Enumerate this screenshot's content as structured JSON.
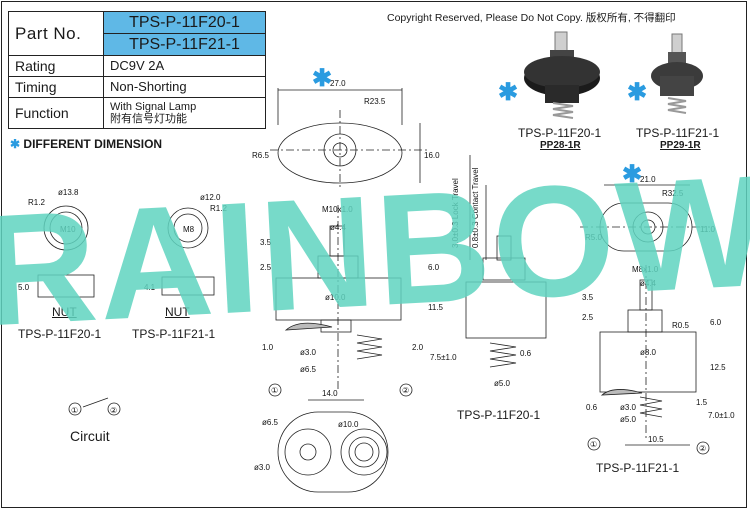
{
  "copyright": "Copyright Reserved, Please Do Not Copy. 版权所有, 不得翻印",
  "spec_table": {
    "part_no_label": "Part No.",
    "part_numbers": [
      "TPS-P-11F20-1",
      "TPS-P-11F21-1"
    ],
    "rows": [
      {
        "label": "Rating",
        "value": "DC9V 2A"
      },
      {
        "label": "Timing",
        "value": "Non-Shorting"
      },
      {
        "label": "Function",
        "value": "With Signal Lamp",
        "value2": "附有信号灯功能"
      }
    ]
  },
  "different_dimension_label": "DIFFERENT DIMENSION",
  "watermark": "RAINBOW",
  "products": [
    {
      "name": "TPS-P-11F20-1",
      "cap": "PP28-1R"
    },
    {
      "name": "TPS-P-11F21-1",
      "cap": "PP29-1R"
    }
  ],
  "nuts": {
    "left": {
      "dia": "ø13.8",
      "radius": "R1.2",
      "thread": "M10",
      "height": "5.0",
      "label": "NUT",
      "name": "TPS-P-11F20-1"
    },
    "right": {
      "dia": "ø12.0",
      "radius": "R1.2",
      "thread": "M8",
      "height": "4.1",
      "label": "NUT",
      "name": "TPS-P-11F21-1"
    }
  },
  "top_view_20": {
    "width": "27.0",
    "radius": "R23.5",
    "height": "16.0",
    "r_left": "R6.5"
  },
  "side_view_20": {
    "thread": "M10x1.0",
    "pin": "ø4.4",
    "body": "ø10.0",
    "base_inner": "ø3.0",
    "base_outer": "ø6.5",
    "d_top": "3.5",
    "d_mid": "2.5",
    "d_thread": "6.0",
    "d_body": "11.5",
    "d_base": "1.0",
    "d_spring": "2.0",
    "d_len": "7.5±1.0",
    "circle1": "①",
    "circle2": "②"
  },
  "travel": {
    "lock": "3.0±0.3 Lock Travel",
    "contact": "0.8±0.3 Contact Travel",
    "spring_od": "ø5.0",
    "gap": "0.6",
    "name": "TPS-P-11F20-1"
  },
  "bottom_view": {
    "span": "14.0",
    "outer": "ø10.0",
    "left_outer": "ø6.5",
    "left_inner": "ø3.0"
  },
  "circuit": {
    "c1": "①",
    "c2": "②",
    "label": "Circuit"
  },
  "top_view_21": {
    "width": "21.0",
    "radius": "R32.5",
    "height": "11.0",
    "r_left": "R5.0"
  },
  "side_view_21": {
    "thread": "M8x1.0",
    "pin": "ø4.4",
    "body": "ø8.0",
    "r": "R0.5",
    "base_inner": "ø3.0",
    "base_outer": "ø5.0",
    "d_top": "3.5",
    "d_mid": "2.5",
    "d_thread": "6.0",
    "d_body": "12.5",
    "d_base": "0.6",
    "d_spring": "1.5",
    "d_len": "7.0±1.0",
    "d_w": "10.5",
    "circle1": "①",
    "circle2": "②",
    "name": "TPS-P-11F21-1"
  },
  "colors": {
    "accent_blue": "#5fb8e6",
    "star_blue": "#2a9be0",
    "watermark_teal": "#5fd3bf"
  }
}
